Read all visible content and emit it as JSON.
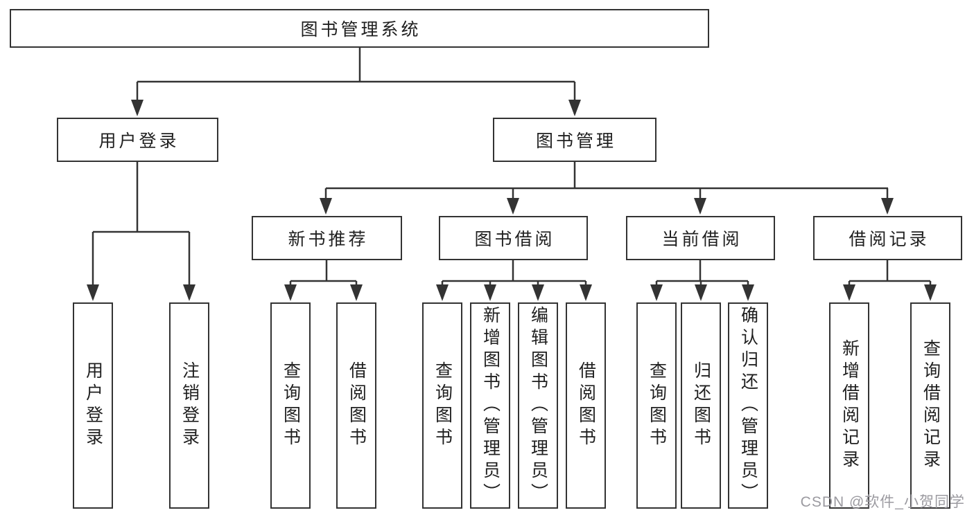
{
  "diagram": {
    "root": {
      "label": "图书管理系统"
    },
    "level2": [
      {
        "label": "用户登录"
      },
      {
        "label": "图书管理"
      }
    ],
    "level3": [
      {
        "label": "新书推荐"
      },
      {
        "label": "图书借阅"
      },
      {
        "label": "当前借阅"
      },
      {
        "label": "借阅记录"
      }
    ],
    "leaves": [
      {
        "label": "用户登录"
      },
      {
        "label": "注销登录"
      },
      {
        "label": "查询图书"
      },
      {
        "label": "借阅图书"
      },
      {
        "label": "查询图书"
      },
      {
        "label": "新增图书（管理员）"
      },
      {
        "label": "编辑图书（管理员）"
      },
      {
        "label": "借阅图书"
      },
      {
        "label": "查询图书"
      },
      {
        "label": "归还图书"
      },
      {
        "label": "确认归还（管理员）"
      },
      {
        "label": "新增借阅记录"
      },
      {
        "label": "查询借阅记录"
      }
    ]
  },
  "watermark": {
    "text": "CSDN @软件_小贺同学"
  },
  "colors": {
    "line": "#333333",
    "text": "#1f1f1f",
    "background": "#ffffff",
    "watermark": "#9b9aa0"
  }
}
